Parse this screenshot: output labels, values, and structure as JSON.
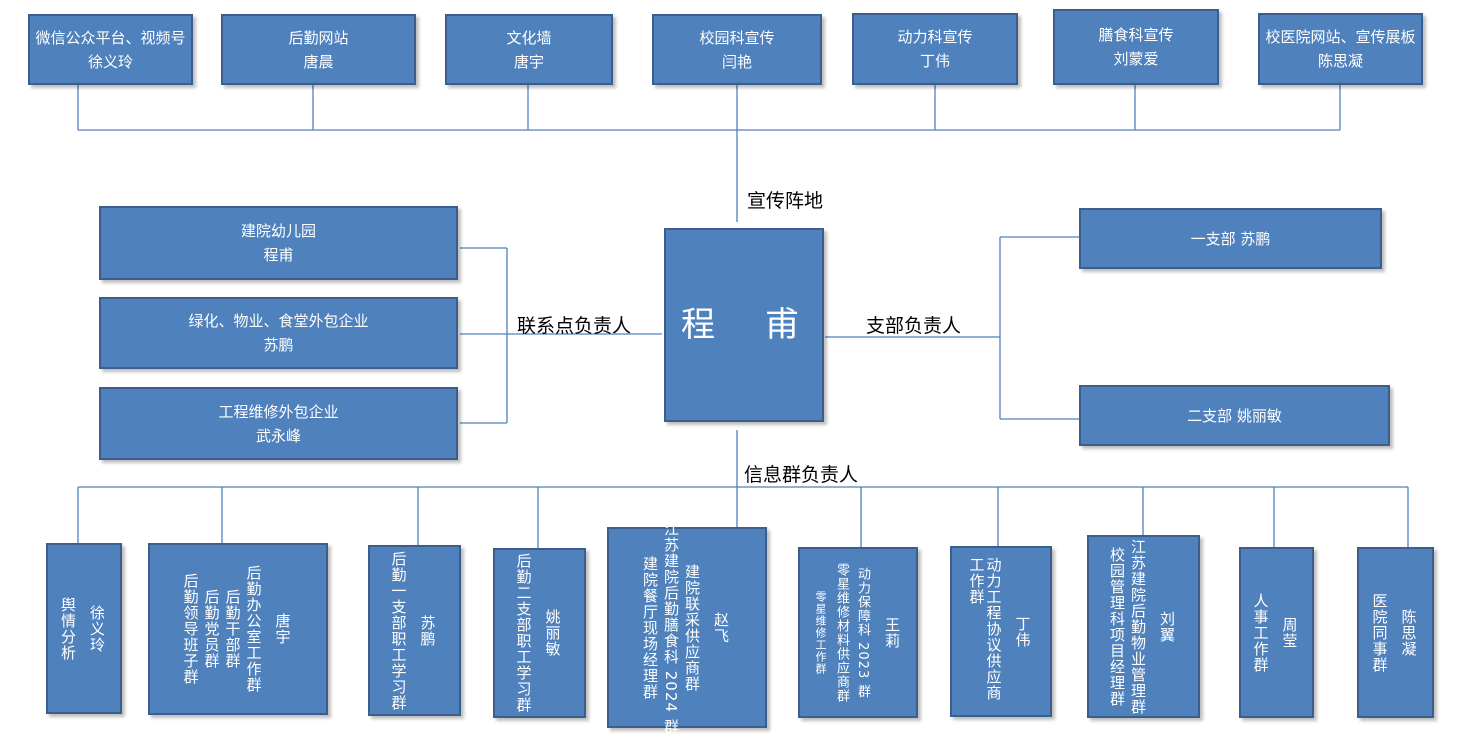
{
  "center": {
    "name": "程　甫"
  },
  "labels": {
    "propaganda": "宣传阵地",
    "contact": "联系点负责人",
    "branch": "支部负责人",
    "infogroup": "信息群负责人"
  },
  "top": [
    {
      "title": "微信公众平台、视频号",
      "person": "徐义玲"
    },
    {
      "title": "后勤网站",
      "person": "唐晨"
    },
    {
      "title": "文化墙",
      "person": "唐宇"
    },
    {
      "title": "校园科宣传",
      "person": "闫艳"
    },
    {
      "title": "动力科宣传",
      "person": "丁伟"
    },
    {
      "title": "膳食科宣传",
      "person": "刘蒙爱"
    },
    {
      "title": "校医院网站、宣传展板",
      "person": "陈思凝"
    }
  ],
  "left": [
    {
      "title": "建院幼儿园",
      "person": "程甫"
    },
    {
      "title": "绿化、物业、食堂外包企业",
      "person": "苏鹏"
    },
    {
      "title": "工程维修外包企业",
      "person": "武永峰"
    }
  ],
  "right": [
    {
      "text": "一支部  苏鹏"
    },
    {
      "text": "二支部  姚丽敏"
    }
  ],
  "bottom": [
    {
      "groups": [
        "舆情分析"
      ],
      "person": "徐义玲"
    },
    {
      "groups": [
        "后勤办公室工作群",
        "后勤干部群",
        "后勤党员群",
        "后勤领导班子群"
      ],
      "person": "唐宇"
    },
    {
      "groups": [
        "后勤一支部职工学习群"
      ],
      "person": "苏鹏"
    },
    {
      "groups": [
        "后勤二支部职工学习群"
      ],
      "person": "姚丽敏"
    },
    {
      "groups": [
        "建院联采供应商群",
        "江苏建院后勤膳食科 2024 群",
        "建院餐厅现场经理群"
      ],
      "person": "赵飞"
    },
    {
      "groups": [
        "动力保障科 2023 群",
        "零星维修材料供应商群",
        "零星维修工作群"
      ],
      "person": "王莉"
    },
    {
      "groups": [
        "动力工程协议供应商工作群"
      ],
      "person": "丁伟"
    },
    {
      "groups": [
        "江苏建院后勤物业管理群",
        "校园管理科项目经理群"
      ],
      "person": "刘翼"
    },
    {
      "groups": [
        "人事工作群"
      ],
      "person": "周莹"
    },
    {
      "groups": [
        "医院同事群"
      ],
      "person": "陈思凝"
    }
  ]
}
